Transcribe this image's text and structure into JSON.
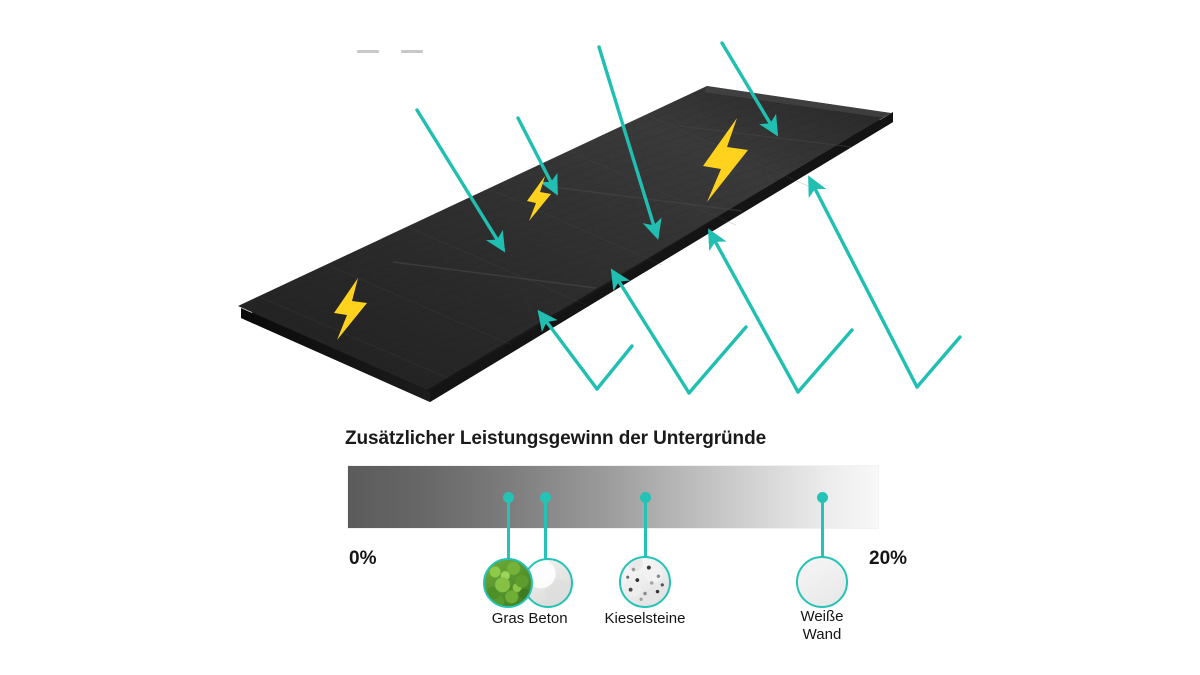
{
  "colors": {
    "accent_teal": "#24c3b5",
    "energy_yellow": "#ffd21e",
    "panel_black": "#2b2b2b",
    "text_black": "#141414",
    "background": "#ffffff"
  },
  "illustration": {
    "name": "bifacial-solar-panel-light-reflection",
    "panel_label": "bifacial solar panel",
    "incoming_rays_count": 4,
    "reflected_rays_count": 4,
    "energy_bolts_count": 3
  },
  "chart_data": {
    "type": "bar",
    "title": "Zusätzlicher Leistungsgewinn der Untergründe",
    "xlabel": "",
    "ylabel": "",
    "xlim": [
      0,
      20
    ],
    "axis_unit": "%",
    "grid": false,
    "legend": "none",
    "scale_min_label": "0%",
    "scale_max_label": "20%",
    "gradient_from": "#5b5b5b",
    "gradient_to": "#f8f8f8",
    "categories": [
      "Gras",
      "Beton",
      "Kieselsteine",
      "Weiße Wand"
    ],
    "values": [
      6,
      7.5,
      11,
      18
    ],
    "points": [
      {
        "label": "Gras",
        "value": 6,
        "swatch": "grass-swatch-icon"
      },
      {
        "label": "Beton",
        "value": 7.5,
        "swatch": "concrete-swatch-icon"
      },
      {
        "label": "Kieselsteine",
        "value": 11,
        "swatch": "pebbles-swatch-icon"
      },
      {
        "label": "Weiße Wand",
        "value": 18,
        "swatch": "white-wall-swatch-icon"
      }
    ]
  },
  "scale": {
    "min_label": "0%",
    "max_label": "20%"
  },
  "labels": {
    "gras": "Gras",
    "beton": "Beton",
    "kieselsteine": "Kieselsteine",
    "weisse_wand": "Weiße\nWand"
  }
}
